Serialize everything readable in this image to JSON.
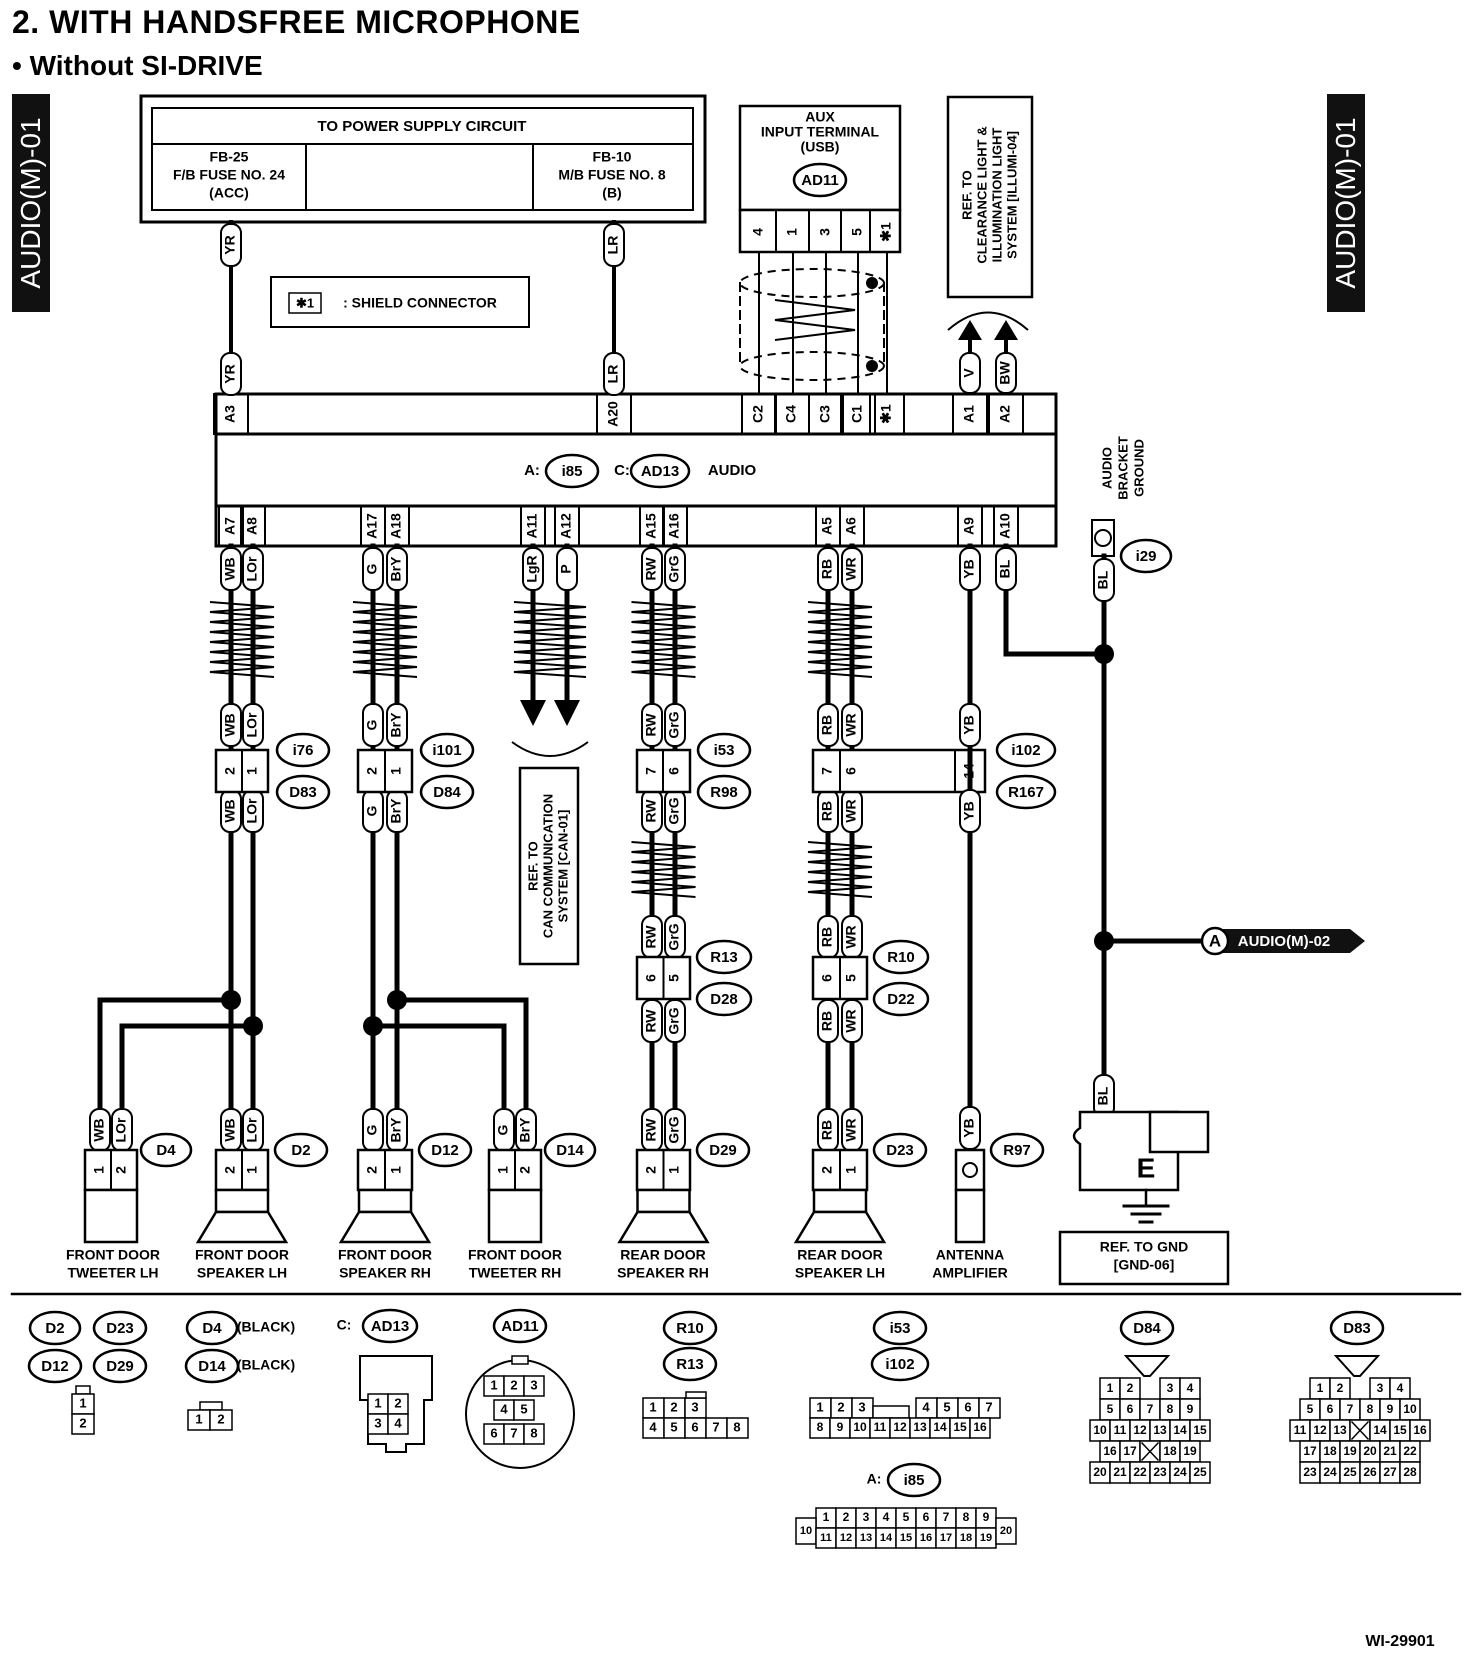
{
  "title": "2.  WITH HANDSFREE MICROPHONE",
  "subtitle": "•  Without SI-DRIVE",
  "side_tab_left": "AUDIO(M)-01",
  "side_tab_right": "AUDIO(M)-01",
  "power": {
    "header": "TO POWER SUPPLY CIRCUIT",
    "fuse_left": [
      "FB-25",
      "F/B FUSE NO. 24",
      "(ACC)"
    ],
    "fuse_right": [
      "FB-10",
      "M/B FUSE NO. 8",
      "(B)"
    ]
  },
  "shield_note": {
    "symbol": "✱1",
    "text": ": SHIELD CONNECTOR"
  },
  "aux": {
    "lines": [
      "AUX",
      "INPUT TERMINAL",
      "(USB)"
    ],
    "connector": "AD11",
    "pins": [
      "4",
      "1",
      "3",
      "5",
      "✱1"
    ]
  },
  "illum_ref": [
    "REF. TO",
    "CLEARANCE LIGHT &",
    "ILLUMINATION LIGHT",
    "SYSTEM [ILLUMI-04]"
  ],
  "audio_unit": {
    "a_label": "A:",
    "a_conn": "i85",
    "c_label": "C:",
    "c_conn": "AD13",
    "name": "AUDIO"
  },
  "top_pins": [
    "A3",
    "A20",
    "C2",
    "C4",
    "C3",
    "C1",
    "✱1",
    "A1",
    "A2"
  ],
  "bottom_pins": [
    "A7",
    "A8",
    "A17",
    "A18",
    "A11",
    "A12",
    "A15",
    "A16",
    "A5",
    "A6",
    "A9",
    "A10"
  ],
  "wire_colors": {
    "top": [
      "YR",
      "LR",
      "V",
      "BW"
    ],
    "lh_front": [
      "WB",
      "LOr"
    ],
    "rh_front": [
      "G",
      "BrY"
    ],
    "can": [
      "LgR",
      "P"
    ],
    "rear_rh": [
      "RW",
      "GrG"
    ],
    "rear_lh": [
      "RB",
      "WR"
    ],
    "antenna": "YB",
    "ground": "BL"
  },
  "can_ref": [
    "REF. TO",
    "CAN COMMUNICATION",
    "SYSTEM [CAN-01]"
  ],
  "ground": {
    "lines": [
      "AUDIO",
      "BRACKET",
      "GROUND"
    ],
    "connector": "i29",
    "symbol": "E",
    "ref": [
      "REF. TO GND",
      "[GND-06]"
    ]
  },
  "offpage": {
    "letter": "A",
    "target": "AUDIO(M)-02"
  },
  "connectors": {
    "i76": "i76",
    "D83": "D83",
    "i101": "i101",
    "D84": "D84",
    "i53": "i53",
    "R98": "R98",
    "i102": "i102",
    "R167": "R167",
    "R13": "R13",
    "D28": "D28",
    "R10": "R10",
    "D22": "D22",
    "D4": "D4",
    "D2": "D2",
    "D12": "D12",
    "D14": "D14",
    "D29": "D29",
    "D23": "D23",
    "R97": "R97"
  },
  "components": [
    [
      "FRONT DOOR",
      "TWEETER LH"
    ],
    [
      "FRONT DOOR",
      "SPEAKER LH"
    ],
    [
      "FRONT DOOR",
      "SPEAKER RH"
    ],
    [
      "FRONT DOOR",
      "TWEETER RH"
    ],
    [
      "REAR DOOR",
      "SPEAKER RH"
    ],
    [
      "REAR DOOR",
      "SPEAKER LH"
    ],
    [
      "ANTENNA",
      "AMPLIFIER"
    ]
  ],
  "legend": {
    "black": "(BLACK)",
    "c_label": "C:",
    "a_label": "A:",
    "groups": [
      "D2",
      "D23",
      "D12",
      "D29",
      "D4",
      "D14",
      "AD13",
      "AD11",
      "R10",
      "R13",
      "i53",
      "i102",
      "D84",
      "D83",
      "i85"
    ]
  },
  "figure_id": "WI-29901"
}
